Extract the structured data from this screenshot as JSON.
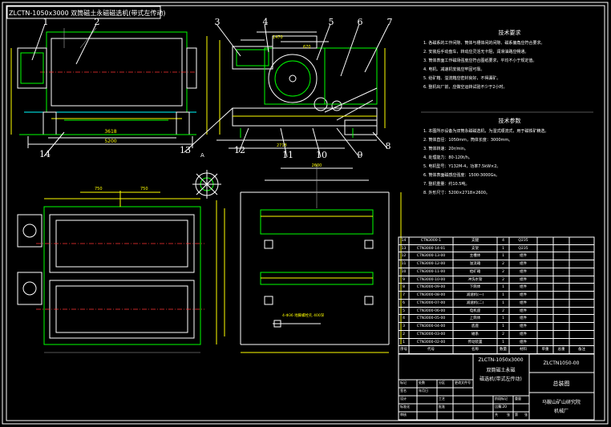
{
  "title_tag": "ZLCTN-1050x3000 双筒磁土永磁磁选机(带式左传动)",
  "balloons": [
    "1",
    "2",
    "3",
    "4",
    "5",
    "6",
    "7",
    "8",
    "9",
    "10",
    "11",
    "12",
    "13",
    "14"
  ],
  "dims": {
    "front_overall": "5200",
    "front_sub": "3618",
    "side_width": "2718",
    "side_top": "1470",
    "side_top2": "670",
    "plan_750a": "750",
    "plan_750b": "750",
    "fdn_top": "2600",
    "fdn_hole_label": "4-Φ36 地脚螺栓孔 400深"
  },
  "section_label": "A",
  "tech_requirements_title": "技术要求",
  "tech_requirements": [
    "1. 各磁系的工作间隙、筒体与槽体间的间隙、磁系偏角应符合要求。",
    "2. 安装后手动盘车，转动应灵活无卡阻，润滑油路应畅通。",
    "3. 筒体表面工作磁场强度应符合图纸要求，平均不小于规定值。",
    "4. 电机、减速机安装应牢固可靠。",
    "5. 给矿箱、溢流箱应密封良好，不得漏矿。",
    "6. 整机出厂前，应做空运转试验不少于2小时。"
  ],
  "tech_params_title": "技术参数",
  "tech_params": [
    "1. 本图所示设备为双筒永磁磁选机，为湿式顺流式，用于磁铁矿精选。",
    "2. 筒体直径：1050mm，筒体长度：3000mm。",
    "3. 筒体转速：20r/min。",
    "4. 处理能力：80-120t/h。",
    "5. 电机型号：Y132M-4，功率7.5kW×2。",
    "6. 筒体表面磁感应强度：1500-3000Gs。",
    "7. 整机重量：约10.5吨。",
    "8. 外形尺寸：5200×2718×2600。"
  ],
  "bom_header": [
    "序号",
    "代号",
    "名称",
    "数量",
    "材料",
    "单重",
    "总重",
    "备注"
  ],
  "bom_rows": [
    [
      "14",
      "CTN3000-1",
      "支腿",
      "4",
      "Q235",
      "",
      "",
      ""
    ],
    [
      "13",
      "CTN3000-14-01",
      "支架",
      "1",
      "Q235",
      "",
      "",
      ""
    ],
    [
      "12",
      "CTN3000-13-00",
      "主槽体",
      "1",
      "组件",
      "",
      "",
      ""
    ],
    [
      "11",
      "CTN3000-12-00",
      "溢流箱",
      "2",
      "组件",
      "",
      "",
      ""
    ],
    [
      "10",
      "CTN3000-11-00",
      "给矿箱",
      "2",
      "组件",
      "",
      "",
      ""
    ],
    [
      "9",
      "CTN3000-10-00",
      "冲洗水管",
      "2",
      "组件",
      "",
      "",
      ""
    ],
    [
      "8",
      "CTN3000-09-00",
      "下筒体",
      "1",
      "组件",
      "",
      "",
      ""
    ],
    [
      "7",
      "CTN3000-08-00",
      "减速机(一)",
      "1",
      "组件",
      "",
      "",
      ""
    ],
    [
      "6",
      "CTN3000-07-00",
      "减速机(二)",
      "1",
      "组件",
      "",
      "",
      ""
    ],
    [
      "5",
      "CTN3000-06-00",
      "电机座",
      "2",
      "组件",
      "",
      "",
      ""
    ],
    [
      "4",
      "CTN3000-05-00",
      "上筒体",
      "1",
      "组件",
      "",
      "",
      ""
    ],
    [
      "3",
      "CTN3000-04-00",
      "底座",
      "1",
      "组件",
      "",
      "",
      ""
    ],
    [
      "2",
      "CTN3000-03-00",
      "磁系",
      "2",
      "组件",
      "",
      "",
      ""
    ],
    [
      "1",
      "CTN3000-02-00",
      "传动装置",
      "1",
      "组件",
      "",
      "",
      ""
    ]
  ],
  "title_block": {
    "model": "ZLCTN-1050x3000",
    "name_line1": "双筒磁土永磁",
    "name_line2": "磁选机(带式左传动)",
    "drawing_no": "ZLCTN1050-00",
    "drawing_type": "总装图",
    "company_line1": "马鞍山矿山研究院",
    "company_line2": "机械厂",
    "scale": "1:20",
    "labels": [
      "标记",
      "处数",
      "分区",
      "更改文件号",
      "签名",
      "年月日",
      "设计",
      "标准化",
      "审核",
      "工艺",
      "批准",
      "阶段标记",
      "重量",
      "比例",
      "共",
      "张",
      "第",
      "张"
    ]
  }
}
